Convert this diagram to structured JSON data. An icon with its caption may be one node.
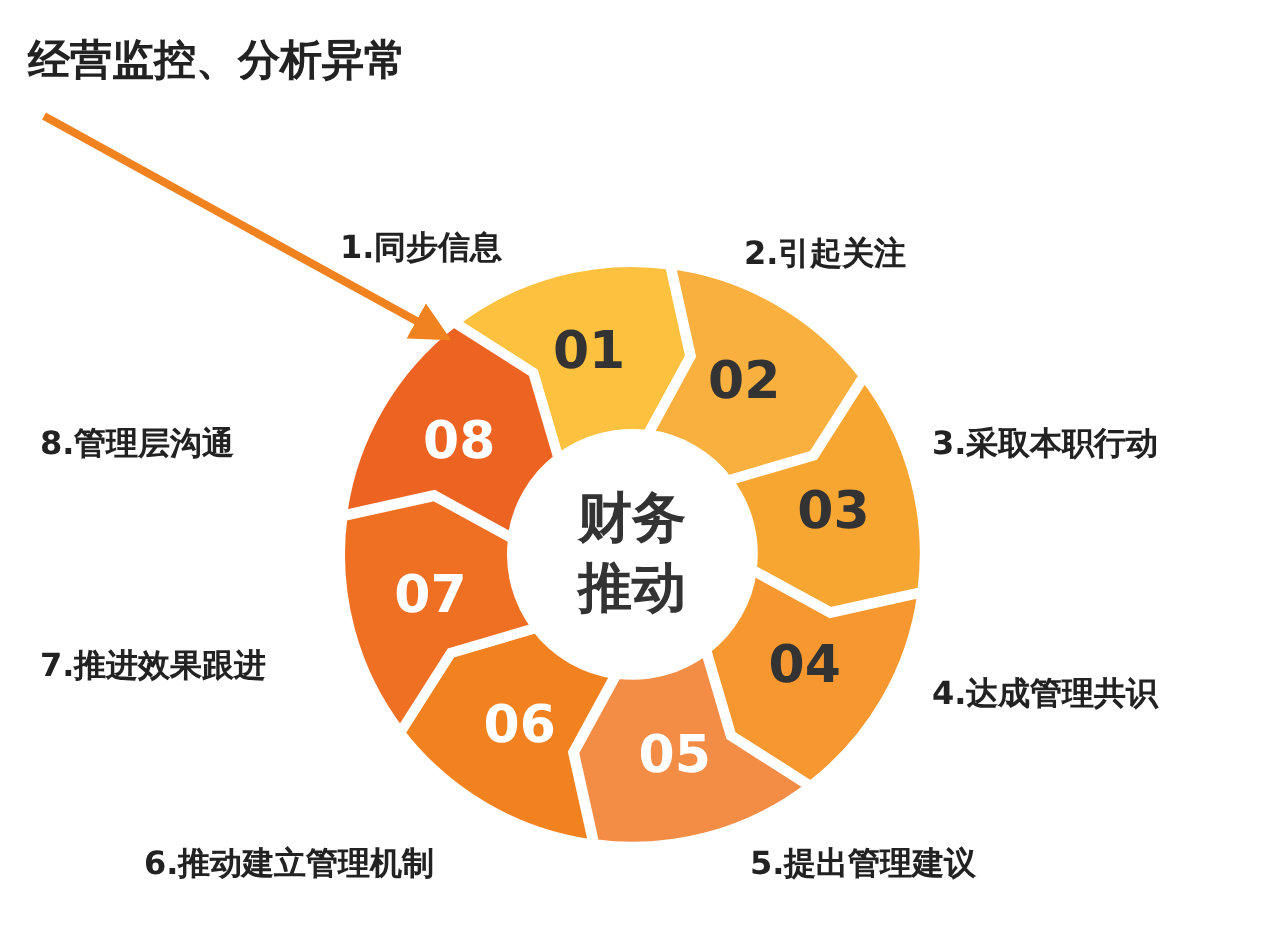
{
  "diagram": {
    "nodes": [
      {
        "text": [
          "经营监控、分析异常"
        ]
      },
      {
        "text": [
          "01"
        ],
        "beside": [
          "1.同步信息"
        ]
      },
      {
        "text": [
          "02"
        ],
        "beside": [
          "2.引起关注"
        ]
      },
      {
        "text": [
          "03"
        ],
        "beside": [
          "3.采取本职行动"
        ]
      },
      {
        "text": [
          "04"
        ],
        "beside": [
          "4.达成管理共识"
        ]
      },
      {
        "text": [
          "05"
        ],
        "beside": [
          "5.提出管理建议"
        ]
      },
      {
        "text": [
          "06"
        ],
        "beside": [
          "6.推动建立管理机制"
        ]
      },
      {
        "text": [
          "07"
        ],
        "beside": [
          "7.推进效果跟进"
        ]
      },
      {
        "text": [
          "08"
        ],
        "beside": [
          "8.管理层沟通"
        ]
      },
      {
        "text": [
          "财务推动"
        ]
      }
    ],
    "edges": [
      {
        "from": 0,
        "to": 1,
        "arrow": "to"
      }
    ]
  }
}
